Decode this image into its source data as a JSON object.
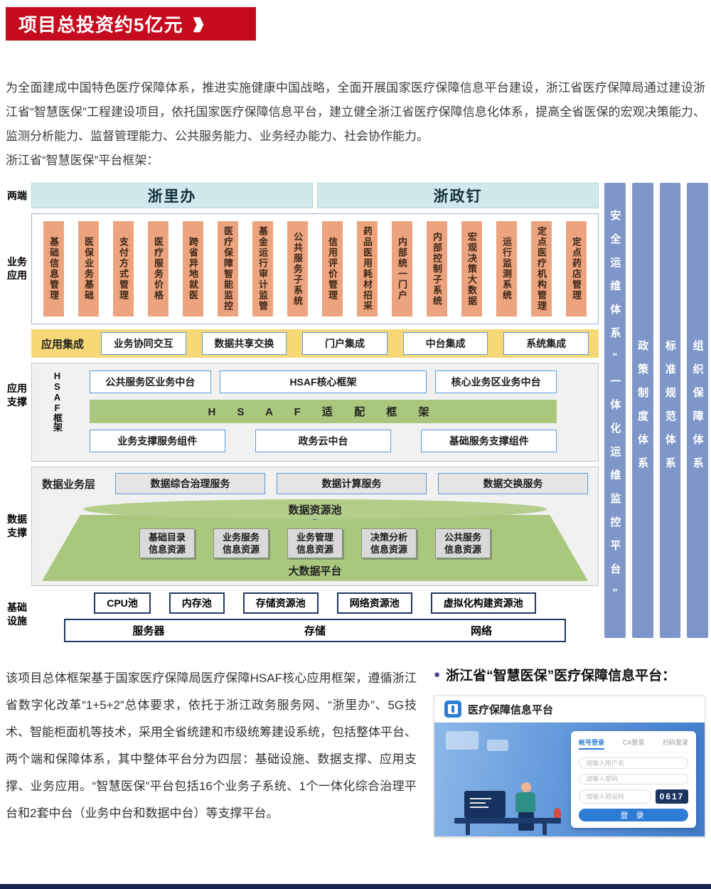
{
  "colors": {
    "banner_red": "#c60b1e",
    "teal_light": "#cfe9ec",
    "orange": "#eca47f",
    "yellow": "#f7d877",
    "green": "#a9c87e",
    "green_light": "#b3cd8a",
    "pillar_blue": "#7e97c8",
    "border_blue": "#5b9bd5",
    "navy": "#203864",
    "accent_blue": "#2e7cd6",
    "captcha_navy": "#1c3560",
    "bullet_purple": "#4a3b97",
    "footer_navy": "#18224e"
  },
  "banner": {
    "title": "项目总投资约5亿元",
    "arrows": "》》》"
  },
  "intro": {
    "text": "为全面建成中国特色医疗保障体系，推进实施健康中国战略，全面开展国家医疗保障信息平台建设，浙江省医疗保障局通过建设浙江省“智慧医保”工程建设项目，依托国家医疗保障信息平台，建立健全浙江省医疗保障信息化体系，提高全省医保的宏观决策能力、监测分析能力、监督管理能力、公共服务能力、业务经办能力、社会协作能力。",
    "framework_label": "浙江省“智慧医保”平台框架："
  },
  "diagram": {
    "layer_labels": [
      "两端",
      "业务应用",
      "应用支撑",
      "数据支撑",
      "基础设施"
    ],
    "ends": [
      "浙里办",
      "浙政钉"
    ],
    "business_apps": [
      "基础信息管理",
      "医保业务基础",
      "支付方式管理",
      "医疗服务价格",
      "跨省异地就医",
      "医疗保障智能监控",
      "基金运行审计监管",
      "公共服务子系统",
      "信用评价管理",
      "药品医用耗材招采",
      "内部统一门户",
      "内部控制子系统",
      "宏观决策大数据",
      "运行监测系统",
      "定点医疗机构管理",
      "定点药店管理"
    ],
    "integration": {
      "label": "应用集成",
      "items": [
        "业务协同交互",
        "数据共享交换",
        "门户集成",
        "中台集成",
        "系统集成"
      ]
    },
    "hsaf": {
      "label": "HSAF框架",
      "top": [
        "公共服务区业务中台",
        "HSAF核心框架",
        "核心业务区业务中台"
      ],
      "adapter": "H S A F 适 配 框 架",
      "bottom": [
        "业务支撑服务组件",
        "政务云中台",
        "基础服务支撑组件"
      ]
    },
    "data_layer": {
      "label": "数据业务层",
      "services": [
        "数据综合治理服务",
        "数据计算服务",
        "数据交换服务"
      ],
      "pool": "数据资源池",
      "resources": [
        "基础目录\n信息资源",
        "业务服务\n信息资源",
        "业务管理\n信息资源",
        "决策分析\n信息资源",
        "公共服务\n信息资源"
      ],
      "platform": "大数据平台"
    },
    "infра_note": "",
    "infra": {
      "pools": [
        "CPU池",
        "内存池",
        "存储资源池",
        "网络资源池",
        "虚拟化构建资源池"
      ],
      "hardware": [
        "服务器",
        "存储",
        "网络"
      ]
    },
    "pillars": [
      "安全运维体系“一体化运维监控平台”",
      "政策制度体系",
      "标准规范体系",
      "组织保障体系"
    ]
  },
  "description": {
    "text": "该项目总体框架基于国家医疗保障局医疗保障HSAF核心应用框架，遵循浙江省数字化改革“1+5+2”总体要求，依托于浙江政务服务网、“浙里办”、5G技术、智能柜面机等技术，采用全省统建和市级统筹建设系统，包括整体平台、两个端和保障体系，其中整体平台分为四层：基础设施、数据支撑、应用支撑、业务应用。“智慧医保”平台包括16个业务子系统、1个一体化综合治理平台和2套中台（业务中台和数据中台）等支撑平台。"
  },
  "platform_section": {
    "bullet": "●",
    "heading": "浙江省“智慧医保”医疗保障信息平台："
  },
  "screenshot": {
    "app_title": "医疗保障信息平台",
    "login": {
      "tabs": [
        "帐号登录",
        "CA登录",
        "扫码登录"
      ],
      "username_placeholder": "请输入用户名",
      "password_placeholder": "请输入密码",
      "captcha_placeholder": "请输入验证码",
      "captcha": "0617",
      "submit": "登 录"
    }
  }
}
